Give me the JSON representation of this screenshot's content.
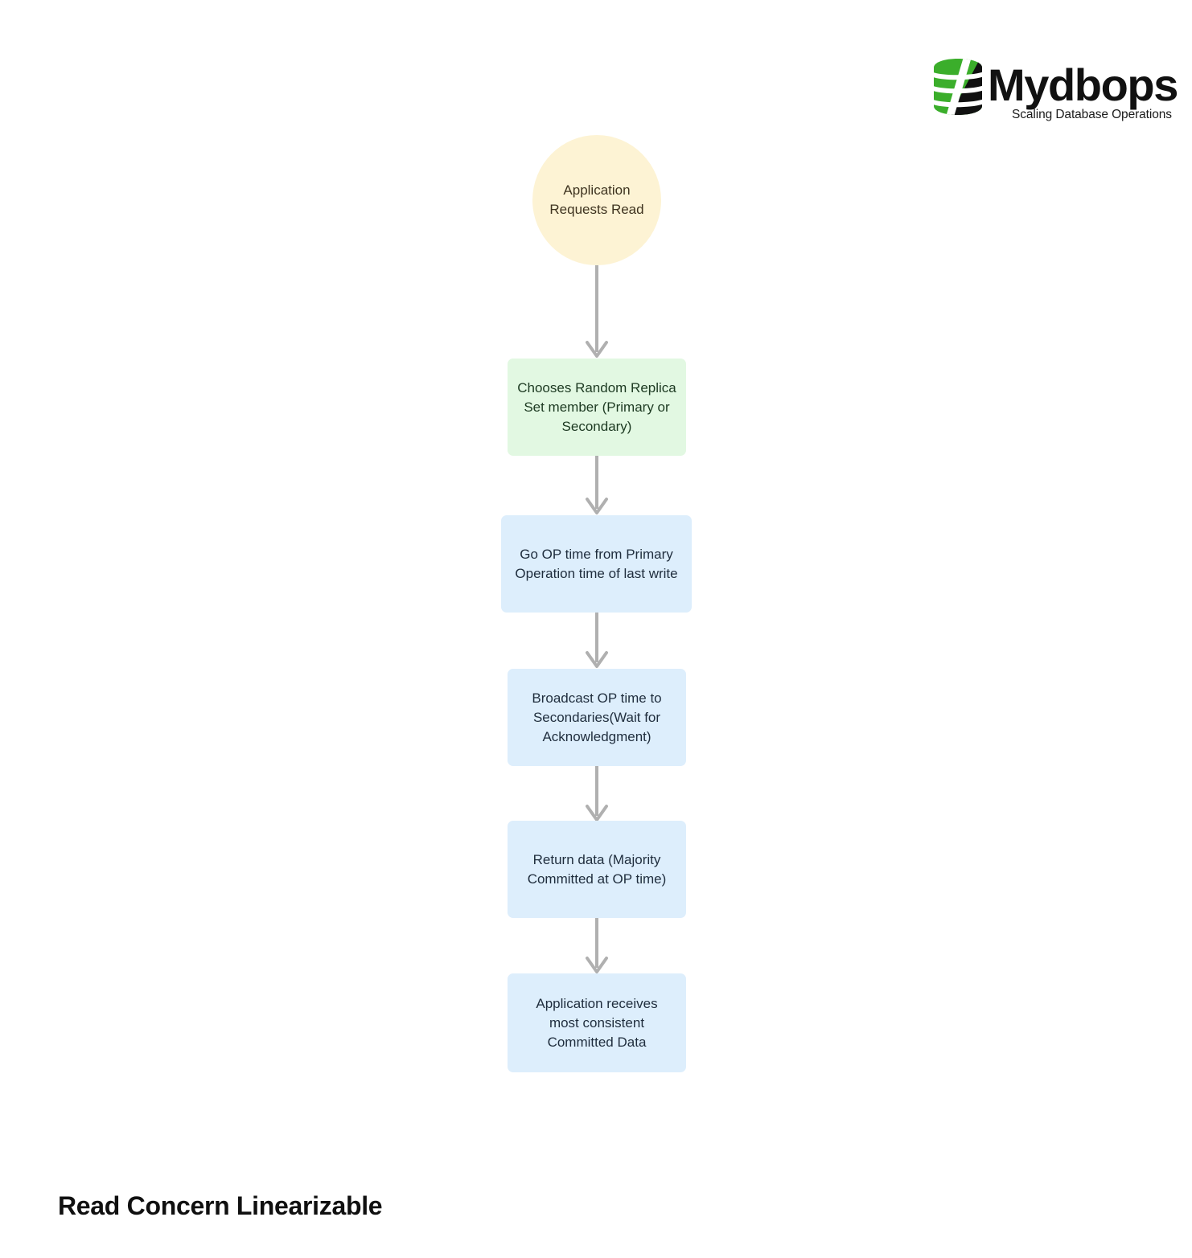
{
  "brand": {
    "name": "Mydbops",
    "tagline": "Scaling Database Operations",
    "logo_icon": "database-cylinder-icon",
    "green": "#3bae2b",
    "black": "#111111"
  },
  "caption": "Read Concern Linearizable",
  "diagram": {
    "title": "Read Concern Linearizable",
    "type": "flowchart",
    "direction": "top-to-bottom",
    "colors": {
      "start_fill": "#fdf3d4",
      "start_text": "#3f3420",
      "green_fill": "#e2f8e2",
      "green_text": "#1d3a22",
      "blue_fill": "#ddeefc",
      "blue_text": "#1f2d3d",
      "arrow": "#b0b0b0"
    },
    "nodes": [
      {
        "id": "n1",
        "shape": "circle",
        "style": "start",
        "text": "Application\nRequests Read"
      },
      {
        "id": "n2",
        "shape": "rect",
        "style": "green",
        "text": "Chooses Random Replica\nSet member (Primary or\nSecondary)"
      },
      {
        "id": "n3",
        "shape": "rect",
        "style": "blue",
        "text": "Go OP time from Primary\nOperation time of last write"
      },
      {
        "id": "n4",
        "shape": "rect",
        "style": "blue",
        "text": "Broadcast OP time to\nSecondaries(Wait for\nAcknowledgment)"
      },
      {
        "id": "n5",
        "shape": "rect",
        "style": "blue",
        "text": "Return data (Majority\nCommitted at OP time)"
      },
      {
        "id": "n6",
        "shape": "rect",
        "style": "blue",
        "text": "Application receives\nmost consistent\nCommitted Data"
      }
    ],
    "edges": [
      {
        "from": "n1",
        "to": "n2"
      },
      {
        "from": "n2",
        "to": "n3"
      },
      {
        "from": "n3",
        "to": "n4"
      },
      {
        "from": "n4",
        "to": "n5"
      },
      {
        "from": "n5",
        "to": "n6"
      }
    ]
  }
}
